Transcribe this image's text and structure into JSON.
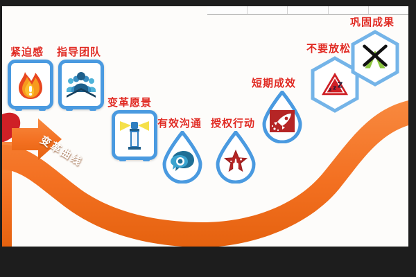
{
  "diagram": {
    "curve_caption": "变革曲线",
    "curve_color": "#f37021",
    "label_color": "#e02a22",
    "badge_border_color": "#4a9ae0",
    "canvas_background": "#fdfcfa",
    "letterbox_color": "#1d1d1d"
  },
  "steps": [
    {
      "index": "1",
      "label": "紧迫感",
      "icon": "flame-icon",
      "shape": "rounded-square"
    },
    {
      "index": "2",
      "label": "指导团队",
      "icon": "team-group-icon",
      "shape": "rounded-square"
    },
    {
      "index": "3",
      "label": "变革愿景",
      "icon": "lighthouse-icon",
      "shape": "rounded-square"
    },
    {
      "index": "4",
      "label": "有效沟通",
      "icon": "speech-bubbles-icon",
      "shape": "teardrop"
    },
    {
      "index": "5",
      "label": "授权行动",
      "icon": "star-hand-icon",
      "shape": "teardrop"
    },
    {
      "index": "6",
      "label": "短期成效",
      "icon": "rocket-icon",
      "shape": "teardrop"
    },
    {
      "index": "7",
      "label": "不要放松",
      "icon": "sleep-warning-icon",
      "shape": "hexagon"
    },
    {
      "index": "8",
      "label": "巩固成果",
      "icon": "tent-house-icon",
      "shape": "hexagon"
    }
  ],
  "spreadsheet_strip": {
    "cell_count": 5,
    "cells": [
      "",
      "",
      "",
      "",
      ""
    ]
  }
}
